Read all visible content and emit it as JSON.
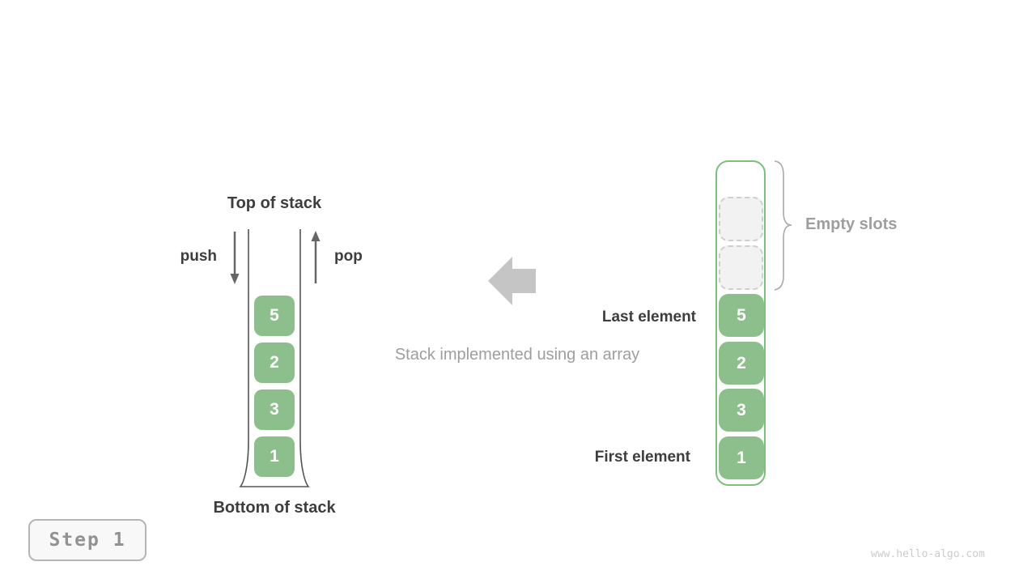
{
  "diagram": {
    "caption": "Stack implemented using an array",
    "step_label": "Step 1",
    "watermark": "www.hello-algo.com"
  },
  "stack": {
    "top_label": "Top of stack",
    "bottom_label": "Bottom of stack",
    "push_label": "push",
    "pop_label": "pop",
    "cells": [
      "5",
      "2",
      "3",
      "1"
    ]
  },
  "array": {
    "cells": [
      "5",
      "2",
      "3",
      "1"
    ],
    "empty_slot_count": 2,
    "empty_slots_label": "Empty slots",
    "last_element_label": "Last element",
    "first_element_label": "First element"
  },
  "colors": {
    "cell_green": "#8dbf8d",
    "container_green": "#7cbf7c",
    "label_dark": "#3d3d3d",
    "label_gray": "#9e9e9e",
    "block_arrow_gray": "#c5c5c5",
    "watermark_gray": "#cccccc"
  }
}
